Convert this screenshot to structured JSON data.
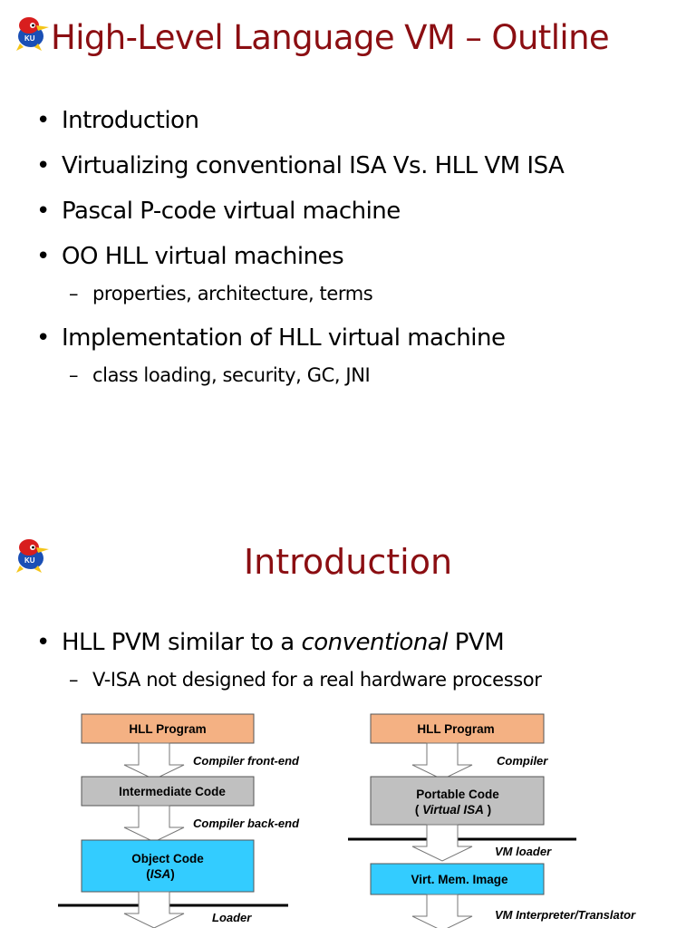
{
  "slide1": {
    "logo_icon": "jayhawk-mascot-logo",
    "title": "High-Level Language VM – Outline",
    "bullets": [
      {
        "text": "Introduction"
      },
      {
        "text": "Virtualizing conventional ISA Vs. HLL VM ISA"
      },
      {
        "text": "Pascal P-code virtual machine"
      },
      {
        "text": "OO HLL virtual machines",
        "sub": "properties, architecture, terms"
      },
      {
        "text": "Implementation of HLL virtual machine",
        "sub": "class loading, security, GC, JNI"
      }
    ]
  },
  "slide2": {
    "logo_icon": "jayhawk-mascot-logo",
    "title": "Introduction",
    "bullet_prefix": "HLL PVM similar to a ",
    "bullet_emphasis": "conventional",
    "bullet_suffix": " PVM",
    "sub_bullet": "V-ISA not designed for a real hardware processor",
    "diagram": {
      "left": {
        "box1": "HLL Program",
        "edge1": "Compiler front-end",
        "box2": "Intermediate Code",
        "edge2": "Compiler back-end",
        "box3_line1": "Object Code",
        "box3_line2_open": "(",
        "box3_line2_em": "ISA",
        "box3_line2_close": ")",
        "edge3": "Loader"
      },
      "right": {
        "box1": "HLL Program",
        "edge1": "Compiler",
        "box2_line1": "Portable Code",
        "box2_line2_open": "(",
        "box2_line2_em": "Virtual ISA",
        "box2_line2_close": ")",
        "edge2": "VM loader",
        "box3": "Virt. Mem. Image",
        "edge3": "VM Interpreter/Translator"
      },
      "colors": {
        "source": "#f4b183",
        "intermediate": "#c0c0c0",
        "target": "#33ccff",
        "title": "#8b0e12"
      }
    }
  },
  "dot": "•",
  "dash": "–"
}
